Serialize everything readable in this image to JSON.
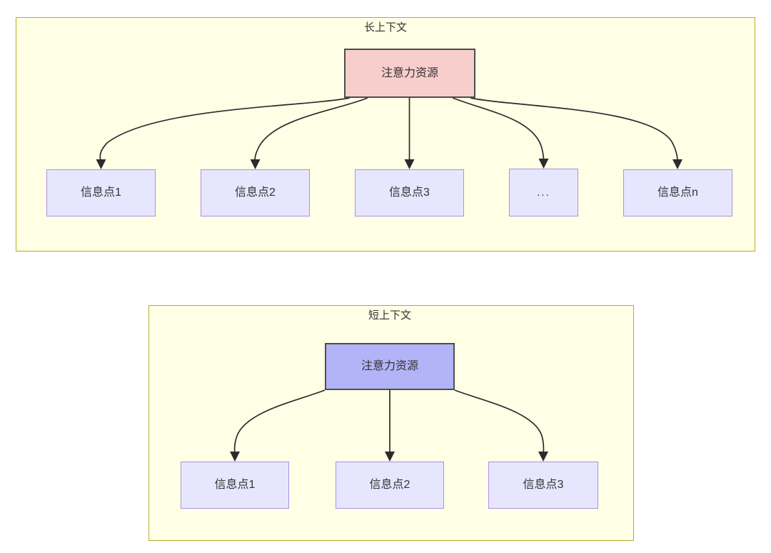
{
  "diagram": {
    "type": "flow-diagram",
    "background": "#ffffff",
    "colors": {
      "group_fill": "#ffffe6",
      "group_border": "#b5ac2c",
      "attention_long_fill": "#f8cecc",
      "attention_short_fill": "#b3b3f7",
      "node_border_dark": "#4d4d4d",
      "info_fill": "#e6e6ff",
      "info_border": "#b08ee6",
      "edge": "#2b2b2b",
      "text": "#333333"
    },
    "groups": [
      {
        "id": "long-context",
        "title": "长上下文",
        "root": {
          "label": "注意力资源"
        },
        "children": [
          {
            "label": "信息点1"
          },
          {
            "label": "信息点2"
          },
          {
            "label": "信息点3"
          },
          {
            "label": "..."
          },
          {
            "label": "信息点n"
          }
        ]
      },
      {
        "id": "short-context",
        "title": "短上下文",
        "root": {
          "label": "注意力资源"
        },
        "children": [
          {
            "label": "信息点1"
          },
          {
            "label": "信息点2"
          },
          {
            "label": "信息点3"
          }
        ]
      }
    ]
  }
}
